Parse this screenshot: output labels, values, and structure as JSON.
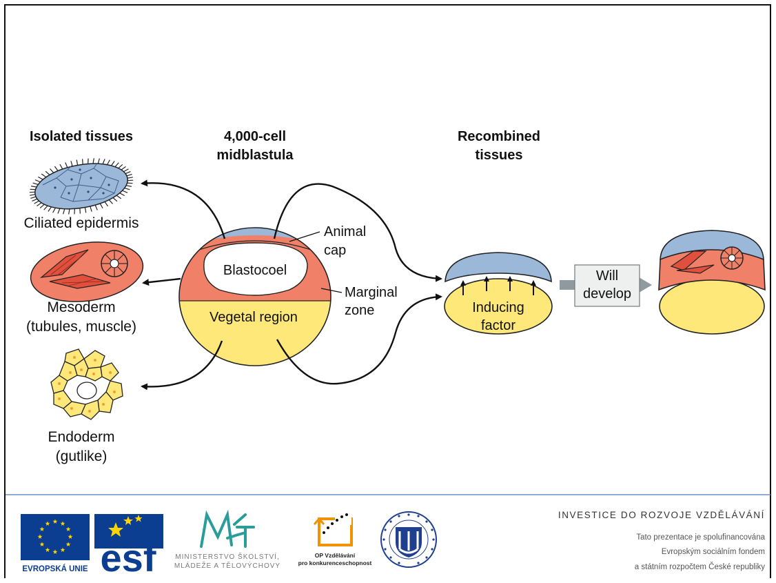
{
  "headers": {
    "isolated": "Isolated tissues",
    "midblastula_line1": "4,000-cell",
    "midblastula_line2": "midblastula",
    "recombined_line1": "Recombined",
    "recombined_line2": "tissues"
  },
  "isolated_labels": {
    "epidermis": "Ciliated epidermis",
    "mesoderm_line1": "Mesoderm",
    "mesoderm_line2": "(tubules, muscle)",
    "endoderm_line1": "Endoderm",
    "endoderm_line2": "(gutlike)"
  },
  "embryo_labels": {
    "blastocoel": "Blastocoel",
    "vegetal": "Vegetal region",
    "animal_cap_line1": "Animal",
    "animal_cap_line2": "cap",
    "marginal_line1": "Marginal",
    "marginal_line2": "zone"
  },
  "recombined_labels": {
    "inducing_line1": "Inducing",
    "inducing_line2": "factor",
    "will_line1": "Will",
    "will_line2": "develop"
  },
  "colors": {
    "animal_blue": "#9bb8d8",
    "marginal_red": "#f08068",
    "vegetal_yellow": "#fde879",
    "footer_line": "#6f8fc6",
    "eu_blue": "#0b3d91",
    "msmt_teal": "#2a9c9a",
    "muni_blue": "#1f3f8f"
  },
  "footer": {
    "eu_text": "EVROPSKÁ UNIE",
    "esf_text": "esf",
    "msmt_line1": "MINISTERSTVO ŠKOLSTVÍ,",
    "msmt_line2": "MLÁDEŽE A TĚLOVÝCHOVY",
    "op_line1": "OP Vzdělávání",
    "op_line2": "pro konkurenceschopnost",
    "title": "INVESTICE DO ROZVOJE VZDĚLÁVÁNÍ",
    "line1": "Tato prezentace je spolufinancována",
    "line2": "Evropským sociálním fondem",
    "line3": "a státním rozpočtem České republiky"
  },
  "icons": [
    "eu-flag-icon",
    "esf-logo-icon",
    "msmt-logo-icon",
    "op-logo-icon",
    "muni-seal-icon"
  ]
}
